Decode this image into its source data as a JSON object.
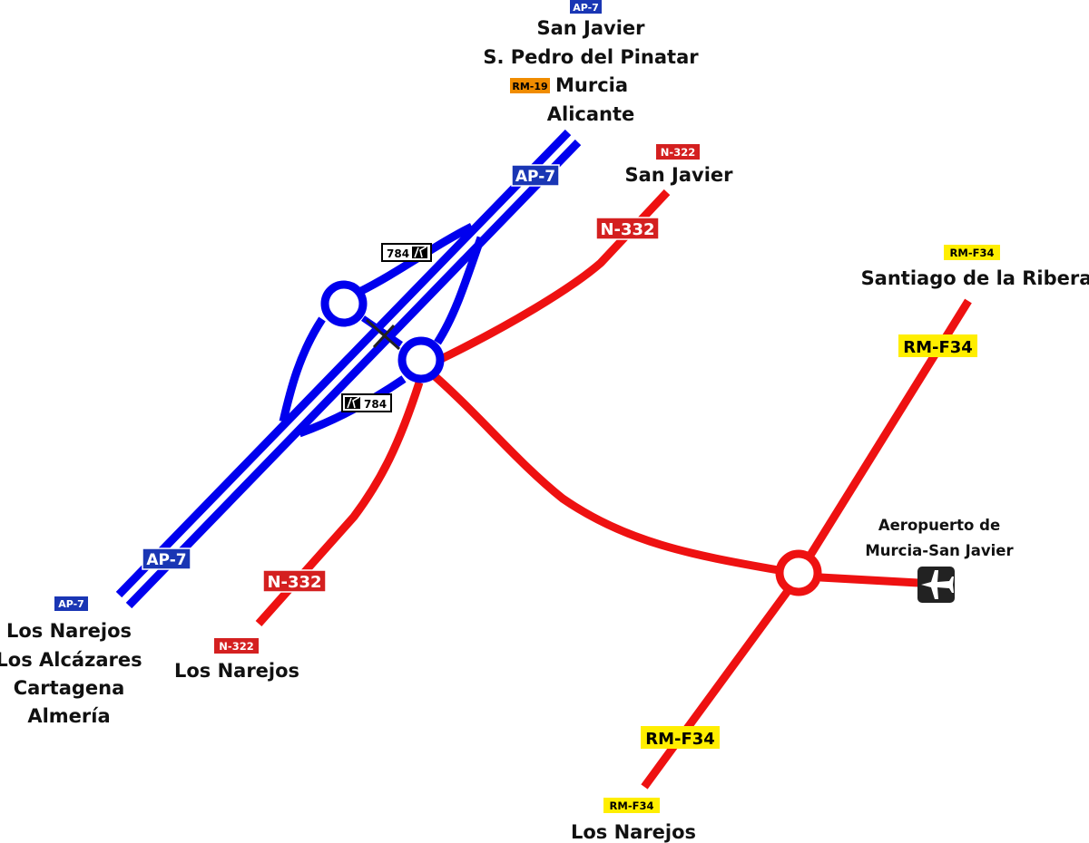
{
  "colors": {
    "motorway": "#0000ee",
    "national_road": "#ee1111",
    "ap7_badge": "#1a36b4",
    "rm19_badge": "#f08c00",
    "rmf34_badge": "#ffee00",
    "airport_tile": "#222222"
  },
  "road_badges": {
    "ap7_top_small": "AP-7",
    "ap7_upper": "AP-7",
    "ap7_lower": "AP-7",
    "ap7_bottom_small": "AP-7",
    "n332_upper": "N-332",
    "n332_lower": "N-332",
    "n322_top_small": "N-322",
    "n322_bottom_small": "N-322",
    "rm19_small": "RM-19",
    "rmf34_right": "RM-F34",
    "rmf34_top_small": "RM-F34",
    "rmf34_lower": "RM-F34",
    "rmf34_bottom_small": "RM-F34"
  },
  "exits": {
    "upper": "784",
    "lower": "784"
  },
  "destinations": {
    "north_ap7": [
      "San Javier",
      "S. Pedro del Pinatar",
      "Murcia",
      "Alicante"
    ],
    "north_n332": "San Javier",
    "east_rmf34": "Santiago de la Ribera",
    "airport": [
      "Aeropuerto de",
      "Murcia-San Javier"
    ],
    "south_ap7": [
      "Los Narejos",
      "Los Alcázares",
      "Cartagena",
      "Almería"
    ],
    "south_n332": "Los Narejos",
    "south_rmf34": "Los Narejos"
  },
  "icons": {
    "airport": "airplane-icon",
    "exit": "motorway-exit-icon",
    "crossing": "crossing-x-icon"
  }
}
